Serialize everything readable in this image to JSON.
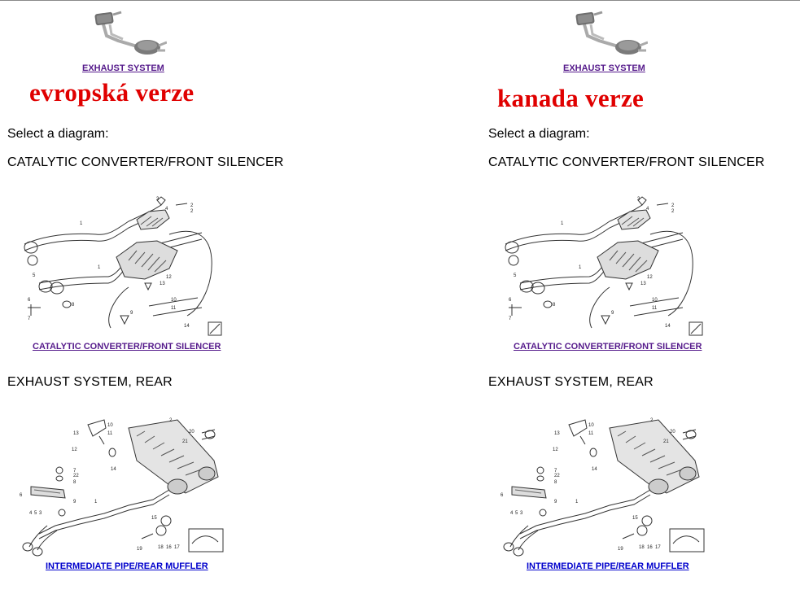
{
  "panels": [
    {
      "id": "left",
      "thumb_link": "EXHAUST SYSTEM",
      "version_label": "evropská verze",
      "select_prompt": "Select a diagram:",
      "sections": [
        {
          "title": "CATALYTIC CONVERTER/FRONT SILENCER",
          "link": "CATALYTIC CONVERTER/FRONT SILENCER",
          "link_state": "visited"
        },
        {
          "title": "EXHAUST SYSTEM, REAR",
          "link": "INTERMEDIATE PIPE/REAR MUFFLER",
          "link_state": "unvisited"
        }
      ]
    },
    {
      "id": "right",
      "thumb_link": "EXHAUST SYSTEM",
      "version_label": "kanada verze",
      "select_prompt": "Select a diagram:",
      "sections": [
        {
          "title": "CATALYTIC CONVERTER/FRONT SILENCER",
          "link": "CATALYTIC CONVERTER/FRONT SILENCER",
          "link_state": "visited"
        },
        {
          "title": "EXHAUST SYSTEM, REAR",
          "link": "INTERMEDIATE PIPE/REAR MUFFLER",
          "link_state": "unvisited"
        }
      ]
    }
  ],
  "diagram_part_numbers": {
    "front": [
      "1",
      "1",
      "2",
      "2",
      "3",
      "4",
      "5",
      "6",
      "7",
      "8",
      "9",
      "10",
      "11",
      "12",
      "13",
      "14"
    ],
    "rear": [
      "1",
      "2",
      "3",
      "4",
      "5",
      "6",
      "7",
      "8",
      "9",
      "10",
      "11",
      "12",
      "13",
      "14",
      "15",
      "16",
      "17",
      "18",
      "19",
      "20",
      "21",
      "22"
    ]
  },
  "colors": {
    "version_label": "#e00000",
    "link_visited": "#551a8b",
    "link_unvisited": "#0000cc"
  },
  "icons": {
    "thumbnail": "exhaust-muffler-icon",
    "front_diagram": "catalytic-converter-diagram",
    "rear_diagram": "rear-muffler-diagram"
  }
}
